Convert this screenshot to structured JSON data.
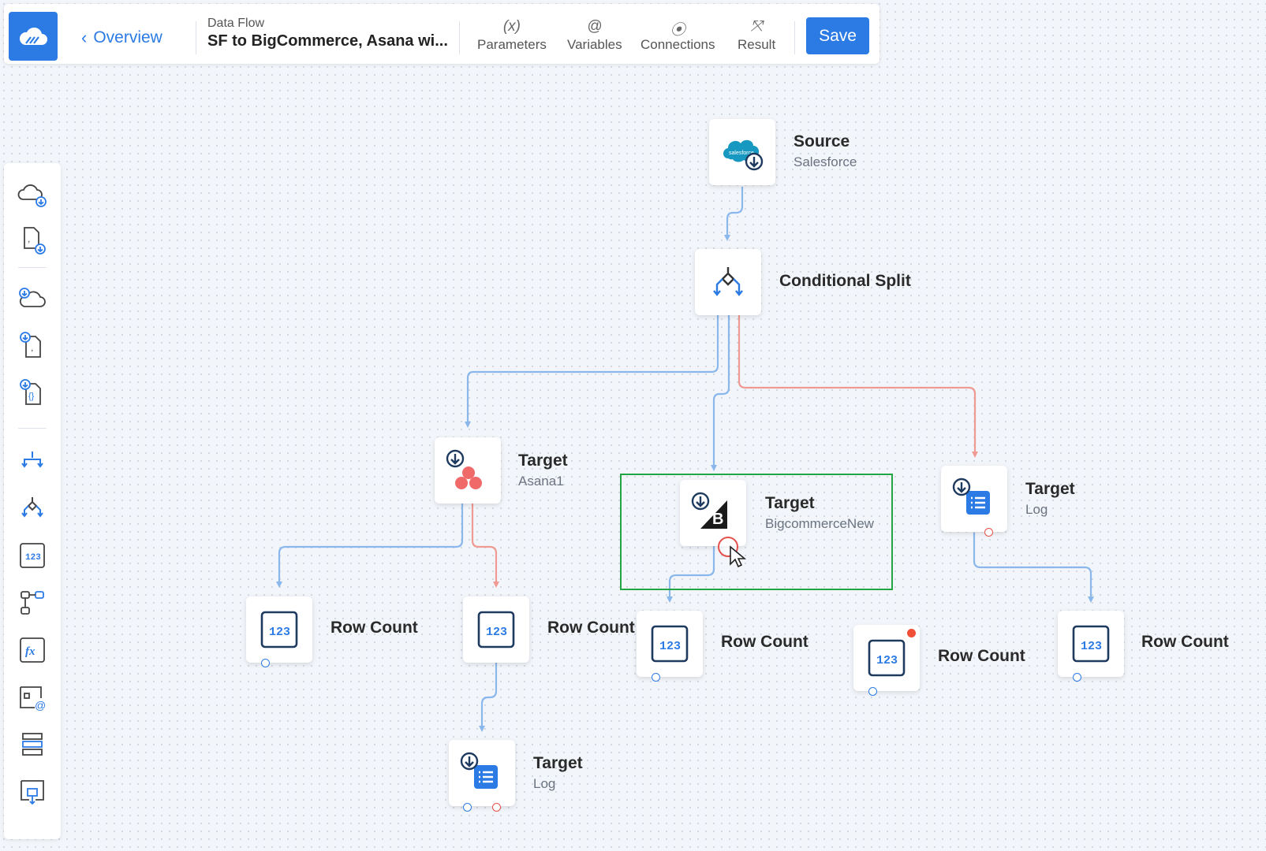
{
  "header": {
    "back_label": "Overview",
    "flow_kind": "Data Flow",
    "flow_name": "SF to BigCommerce, Asana wi...",
    "tools": [
      {
        "label": "Parameters",
        "icon": "parameters-icon",
        "glyph": "(x)"
      },
      {
        "label": "Variables",
        "icon": "variables-icon",
        "glyph": "@"
      },
      {
        "label": "Connections",
        "icon": "connections-icon",
        "glyph": "⦿"
      },
      {
        "label": "Result",
        "icon": "result-icon",
        "glyph": "⤧"
      }
    ],
    "save_label": "Save"
  },
  "palette": [
    "cloud-source-icon",
    "file-source-icon",
    "cloud-target-icon",
    "file-target-icon",
    "json-target-icon",
    "split-icon",
    "conditional-split-icon",
    "row-count-icon",
    "lookup-icon",
    "expression-icon",
    "variable-icon",
    "buffer-icon",
    "extend-icon"
  ],
  "nodes": {
    "source": {
      "title": "Source",
      "subtitle": "Salesforce",
      "icon_text": "salesforce"
    },
    "split": {
      "title": "Conditional Split"
    },
    "target_asana": {
      "title": "Target",
      "subtitle": "Asana1"
    },
    "target_bigcommerce": {
      "title": "Target",
      "subtitle": "BigcommerceNew"
    },
    "target_log_right": {
      "title": "Target",
      "subtitle": "Log"
    },
    "rowcount_1": {
      "title": "Row Count"
    },
    "rowcount_2": {
      "title": "Row Count"
    },
    "rowcount_3": {
      "title": "Row Count"
    },
    "rowcount_4": {
      "title": "Row Count"
    },
    "rowcount_5": {
      "title": "Row Count"
    },
    "target_log_bottom": {
      "title": "Target",
      "subtitle": "Log"
    }
  },
  "colors": {
    "accent": "#2c7be5",
    "link_success": "#8ab8ec",
    "link_error": "#ef9a93",
    "selection": "#22a645",
    "error_badge": "#f04e37"
  }
}
